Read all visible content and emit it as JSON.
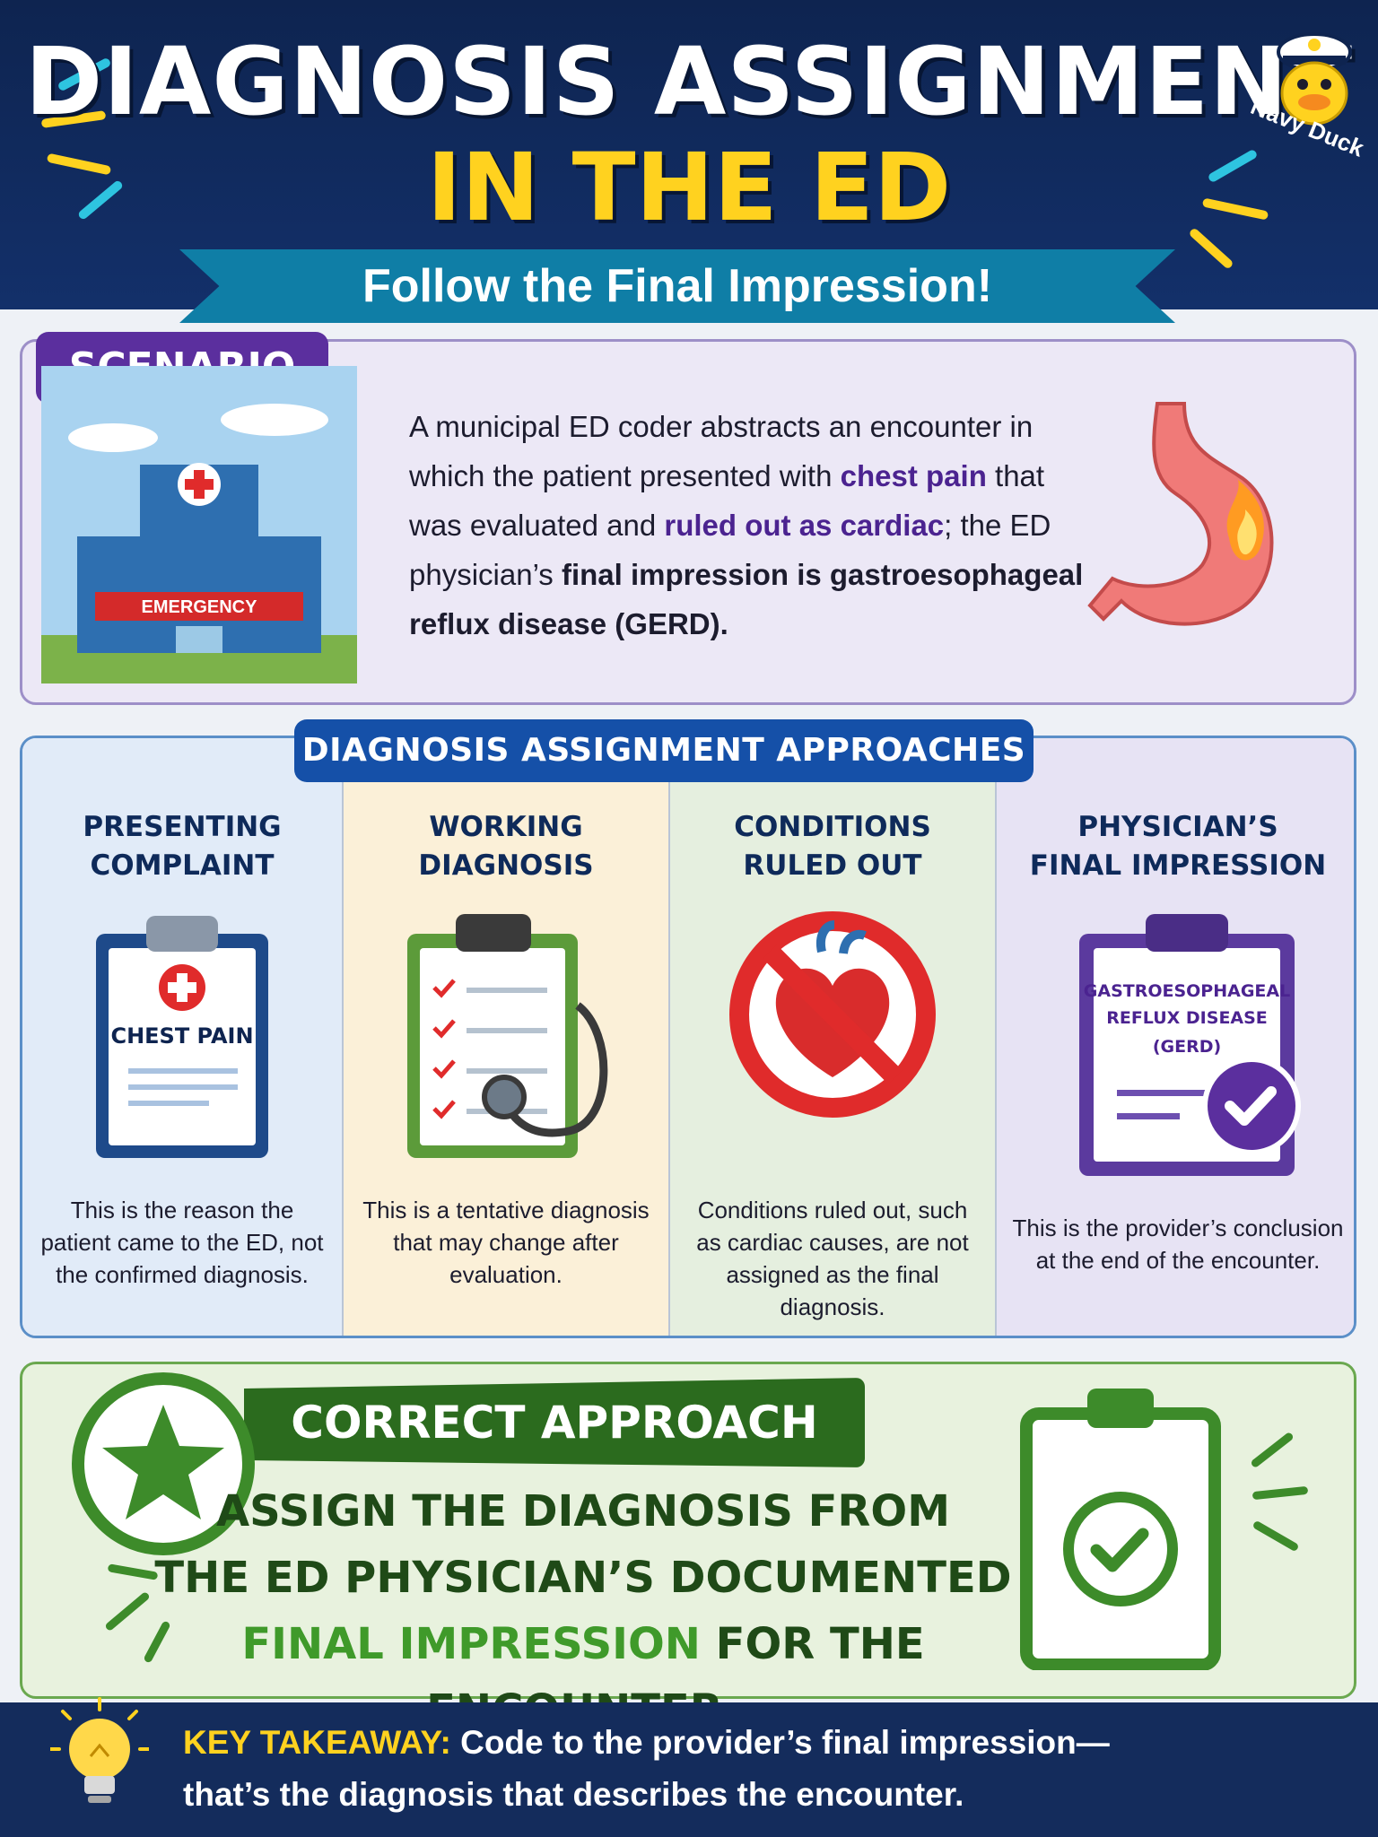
{
  "header": {
    "title_line1": "DIAGNOSIS ASSIGNMENT",
    "title_line2": "IN THE ED",
    "subtitle": "Follow the Final Impression!",
    "mascot_label": "Navy Duck"
  },
  "scenario": {
    "tab": "SCENARIO",
    "building_sign": "EMERGENCY",
    "text_part1": "A municipal ED coder abstracts an encounter in which the patient presented with ",
    "highlight1": "chest pain",
    "text_part2": " that was evaluated and ",
    "highlight2": "ruled out as cardiac",
    "text_part3": "; the ED physician’s ",
    "highlight3": "final impression is gastroesophageal reflux disease (GERD)."
  },
  "approaches": {
    "tab": "DIAGNOSIS ASSIGNMENT APPROACHES",
    "columns": [
      {
        "head1": "PRESENTING",
        "head2": "COMPLAINT",
        "clip_label": "CHEST PAIN",
        "desc": "This is the reason the patient came to the ED, not the confirmed diagnosis."
      },
      {
        "head1": "WORKING",
        "head2": "DIAGNOSIS",
        "desc": "This is a tentative diagnosis that may change after evaluation."
      },
      {
        "head1": "CONDITIONS",
        "head2": "RULED OUT",
        "desc": "Conditions ruled out, such as cardiac causes, are not assigned as the final diagnosis."
      },
      {
        "head1": "PHYSICIAN’S",
        "head2": "FINAL IMPRESSION",
        "clip_line1": "GASTROESOPHAGEAL",
        "clip_line2": "REFLUX DISEASE",
        "clip_line3": "(GERD)",
        "desc": "This is the provider’s conclusion at the end of the encounter."
      }
    ]
  },
  "correct": {
    "banner": "CORRECT APPROACH",
    "line1": "ASSIGN THE DIAGNOSIS FROM",
    "line2": "THE ED PHYSICIAN’S DOCUMENTED",
    "line3_highlight": "FINAL IMPRESSION",
    "line3_rest": " FOR THE ENCOUNTER."
  },
  "takeaway": {
    "label": "KEY TAKEAWAY:",
    "line1": " Code to the provider’s final impression—",
    "line2": "that’s the diagnosis that describes the encounter."
  },
  "colors": {
    "navy": "#0e2450",
    "yellow": "#ffd21f",
    "purple": "#5b2f9e",
    "blue": "#1550a8",
    "green": "#3d8b2a"
  }
}
